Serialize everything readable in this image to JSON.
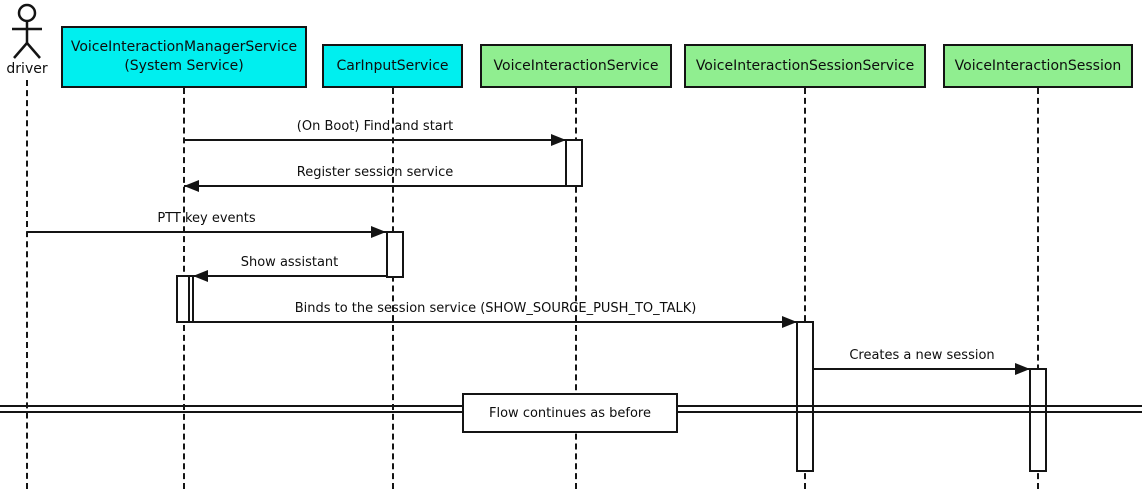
{
  "colors": {
    "participant_cyan": "#00EFEF",
    "participant_green": "#90EE90",
    "line_black": "#141414",
    "background": "#FFFFFF"
  },
  "actor": {
    "label": "driver"
  },
  "participants": [
    {
      "id": "voice-interaction-manager-service",
      "line1": "VoiceInteractionManagerService",
      "line2": "(System Service)",
      "color": "cyan"
    },
    {
      "id": "car-input-service",
      "line1": "CarInputService",
      "line2": "",
      "color": "cyan"
    },
    {
      "id": "voice-interaction-service",
      "line1": "VoiceInteractionService",
      "line2": "",
      "color": "green"
    },
    {
      "id": "voice-interaction-session-service",
      "line1": "VoiceInteractionSessionService",
      "line2": "",
      "color": "green"
    },
    {
      "id": "voice-interaction-session",
      "line1": "VoiceInteractionSession",
      "line2": "",
      "color": "green"
    }
  ],
  "messages": [
    {
      "label": "(On Boot) Find and start",
      "from": "VoiceInteractionManagerService",
      "to": "VoiceInteractionService",
      "direction": "right"
    },
    {
      "label": "Register session service",
      "from": "VoiceInteractionService",
      "to": "VoiceInteractionManagerService",
      "direction": "left"
    },
    {
      "label": "PTT key events",
      "from": "driver",
      "to": "CarInputService",
      "direction": "right"
    },
    {
      "label": "Show assistant",
      "from": "CarInputService",
      "to": "VoiceInteractionManagerService",
      "direction": "left"
    },
    {
      "label": "Binds to the session service (SHOW_SOURCE_PUSH_TO_TALK)",
      "from": "VoiceInteractionManagerService",
      "to": "VoiceInteractionSessionService",
      "direction": "right"
    },
    {
      "label": "Creates a new session",
      "from": "VoiceInteractionSessionService",
      "to": "VoiceInteractionSession",
      "direction": "right"
    }
  ],
  "divider": {
    "label": "Flow continues as before"
  }
}
